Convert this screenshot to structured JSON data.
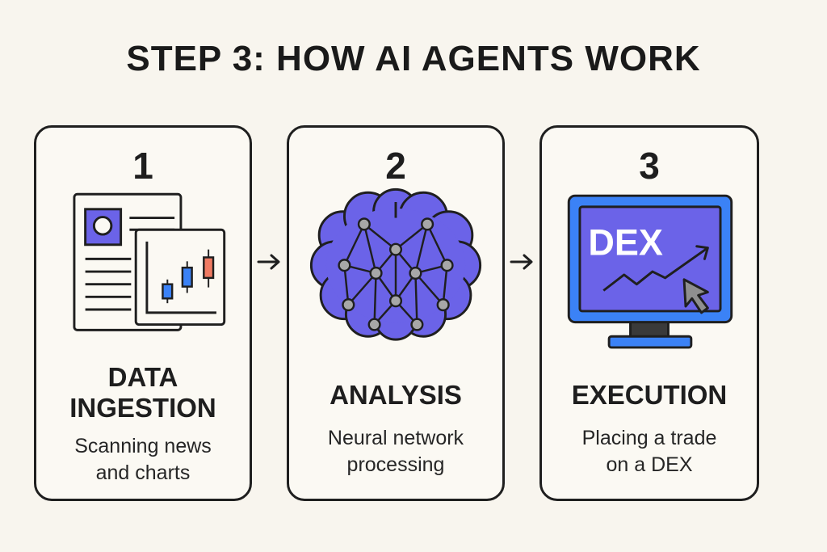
{
  "title": "STEP 3: HOW AI AGENTS WORK",
  "steps": [
    {
      "number": "1",
      "title_line1": "DATA",
      "title_line2": "INGESTION",
      "desc_line1": "Scanning news",
      "desc_line2": "and charts",
      "icon": "documents-chart-icon"
    },
    {
      "number": "2",
      "title_line1": "ANALYSIS",
      "desc_line1": "Neural network",
      "desc_line2": "processing",
      "icon": "neural-brain-icon"
    },
    {
      "number": "3",
      "title_line1": "EXECUTION",
      "desc_line1": "Placing a trade",
      "desc_line2": "on a DEX",
      "icon": "monitor-dex-icon"
    }
  ],
  "monitor_label": "DEX",
  "colors": {
    "purple": "#6b63e8",
    "blue": "#3b82f6",
    "coral": "#f07b63",
    "background": "#f8f5ee",
    "outline": "#1f1f1f"
  }
}
